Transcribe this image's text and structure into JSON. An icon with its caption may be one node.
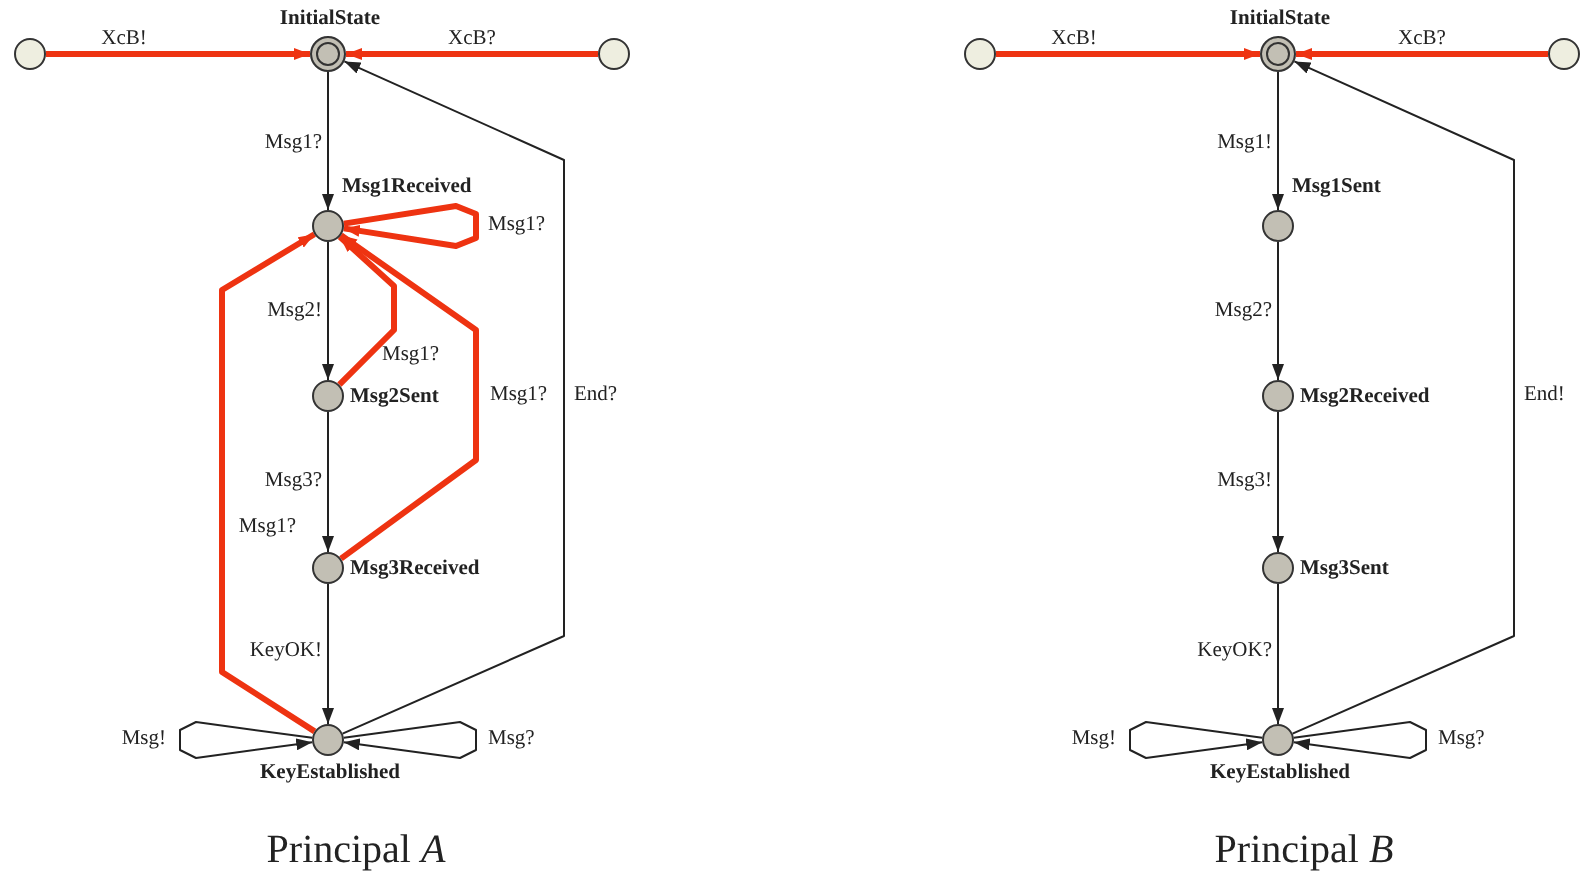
{
  "diagram": {
    "nodes": [
      {
        "text": [],
        "shape": "circle"
      },
      {
        "text": [
          "InitialState"
        ]
      },
      {
        "text": [],
        "shape": "circle"
      },
      {
        "text": [
          "Msg1Received"
        ]
      },
      {
        "text": [
          "Msg2Sent"
        ]
      },
      {
        "text": [
          "Msg3Received"
        ]
      },
      {
        "text": [
          "KeyEstablished"
        ]
      },
      {
        "text": [],
        "shape": "circle"
      },
      {
        "text": [
          "InitialState"
        ]
      },
      {
        "text": [],
        "shape": "circle"
      },
      {
        "text": [
          "Msg1Sent"
        ]
      },
      {
        "text": [
          "Msg2Received"
        ]
      },
      {
        "text": [
          "Msg3Sent"
        ]
      },
      {
        "text": [
          "KeyEstablished"
        ]
      }
    ],
    "edges": [
      {
        "from": 0,
        "to": 1,
        "arrow": "to",
        "label": "XcB!",
        "style": "thick",
        "color": "#ee3311"
      },
      {
        "from": 2,
        "to": 1,
        "arrow": "to",
        "label": "XcB?",
        "style": "thick",
        "color": "#ee3311"
      },
      {
        "from": 1,
        "to": 3,
        "arrow": "to",
        "label": "Msg1?"
      },
      {
        "from": 3,
        "to": 3,
        "arrow": "to",
        "label": "Msg1?",
        "style": "thick",
        "color": "#ee3311"
      },
      {
        "from": 3,
        "to": 4,
        "arrow": "to",
        "label": "Msg2!"
      },
      {
        "from": 4,
        "to": 3,
        "arrow": "to",
        "label": "Msg1?",
        "style": "thick",
        "color": "#ee3311"
      },
      {
        "from": 4,
        "to": 5,
        "arrow": "to",
        "label": "Msg3?"
      },
      {
        "from": 5,
        "to": 3,
        "arrow": "to",
        "label": "Msg1?",
        "style": "thick",
        "color": "#ee3311"
      },
      {
        "from": 6,
        "to": 3,
        "arrow": "to",
        "label": "Msg1?",
        "style": "thick",
        "color": "#ee3311"
      },
      {
        "from": 5,
        "to": 6,
        "arrow": "to",
        "label": "KeyOK!"
      },
      {
        "from": 6,
        "to": 1,
        "arrow": "to",
        "label": "End?"
      },
      {
        "from": 6,
        "to": 6,
        "arrow": "to",
        "label": "Msg!"
      },
      {
        "from": 6,
        "to": 6,
        "arrow": "to",
        "label": "Msg?"
      },
      {
        "from": 7,
        "to": 8,
        "arrow": "to",
        "label": "XcB!",
        "style": "thick",
        "color": "#ee3311"
      },
      {
        "from": 9,
        "to": 8,
        "arrow": "to",
        "label": "XcB?",
        "style": "thick",
        "color": "#ee3311"
      },
      {
        "from": 8,
        "to": 10,
        "arrow": "to",
        "label": "Msg1!"
      },
      {
        "from": 10,
        "to": 11,
        "arrow": "to",
        "label": "Msg2?"
      },
      {
        "from": 11,
        "to": 12,
        "arrow": "to",
        "label": "Msg3!"
      },
      {
        "from": 12,
        "to": 13,
        "arrow": "to",
        "label": "KeyOK?"
      },
      {
        "from": 13,
        "to": 8,
        "arrow": "to",
        "label": "End!"
      },
      {
        "from": 13,
        "to": 13,
        "arrow": "to",
        "label": "Msg!"
      },
      {
        "from": 13,
        "to": 13,
        "arrow": "to",
        "label": "Msg?"
      }
    ],
    "labels": [
      "Principal *A*",
      "Principal *B*"
    ]
  }
}
